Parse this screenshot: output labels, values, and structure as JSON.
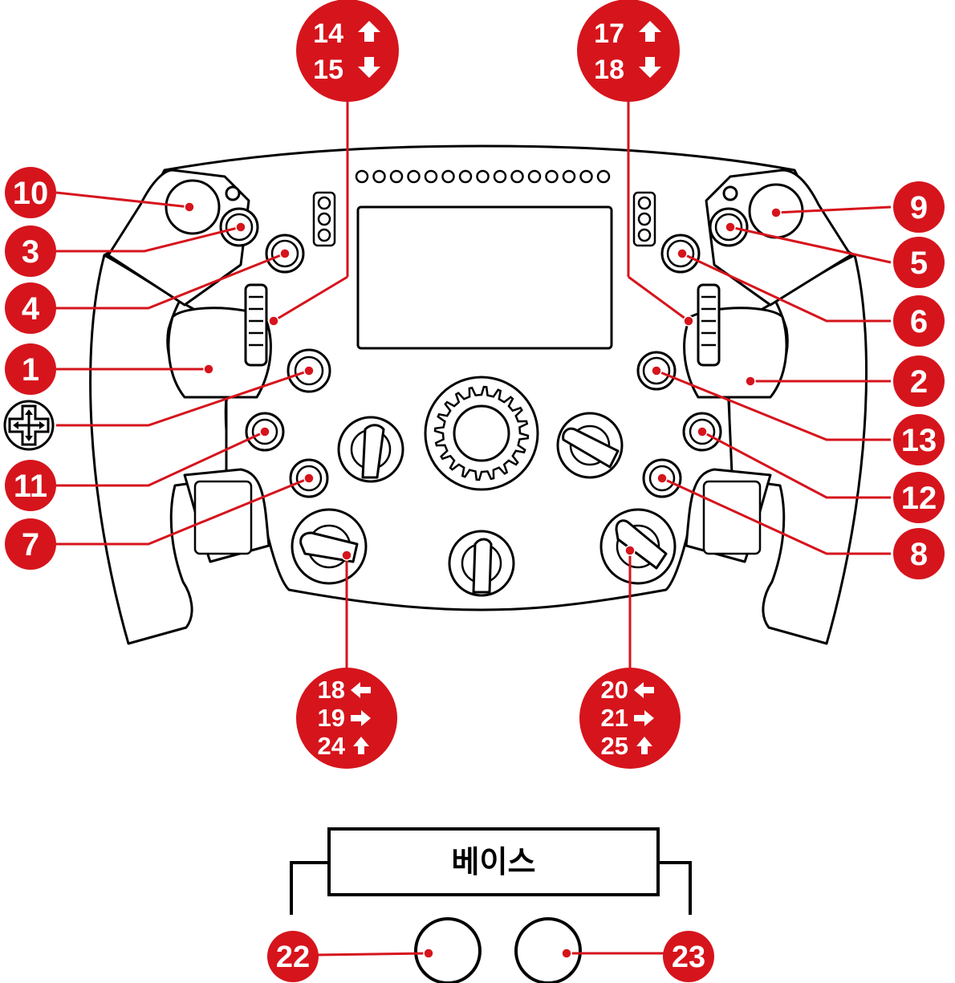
{
  "colors": {
    "accent": "#d6141c",
    "line": "#000000",
    "background": "#ffffff"
  },
  "callouts": {
    "c10": "10",
    "c3": "3",
    "c4": "4",
    "c1": "1",
    "c11": "11",
    "c7": "7",
    "c9": "9",
    "c5": "5",
    "c6": "6",
    "c2": "2",
    "c13": "13",
    "c12": "12",
    "c8": "8",
    "c22": "22",
    "c23": "23"
  },
  "dpad_icon": "dpad-icon",
  "top_left_encoder": [
    "14",
    "15"
  ],
  "top_right_encoder": [
    "17",
    "18"
  ],
  "bottom_left_switch": [
    "18",
    "19",
    "24"
  ],
  "bottom_right_switch": [
    "20",
    "21",
    "25"
  ],
  "base": {
    "title": "베이스"
  }
}
